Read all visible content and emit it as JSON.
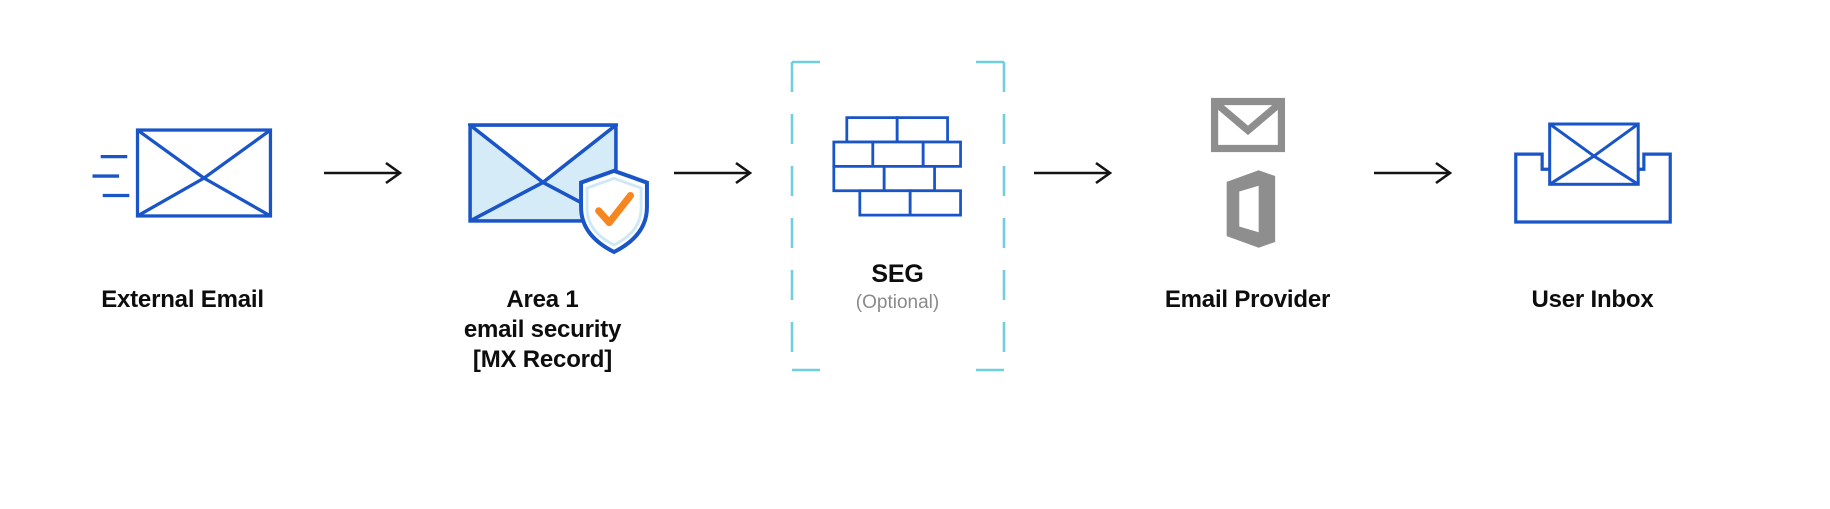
{
  "page": {
    "background": "#ffffff"
  },
  "colors": {
    "primary_blue": "#1a55c8",
    "light_blue_fill": "#d6ebf8",
    "check_orange": "#f6861f",
    "dashed_cyan": "#6fcfe0",
    "gray_icon": "#8e8e8e",
    "arrow_black": "#141414",
    "label_color": "#0d0d0d",
    "optional_gray": "#8a8a8a"
  },
  "nodes": {
    "external": {
      "label": "External Email"
    },
    "area1": {
      "line1": "Area 1",
      "line2": "email security",
      "line3": "[MX Record]"
    },
    "seg": {
      "label": "SEG",
      "sublabel": "(Optional)"
    },
    "provider": {
      "label": "Email Provider"
    },
    "inbox": {
      "label": "User Inbox"
    }
  },
  "icons": {
    "external": "mail-envelope-motion-icon",
    "area1": "mail-envelope-shield-check-icon",
    "seg": "firewall-brick-wall-icon",
    "provider_top": "gmail-icon",
    "provider_bottom": "office-icon",
    "inbox": "inbox-tray-envelope-icon",
    "arrow": "right-arrow-icon",
    "frame": "dashed-optional-frame"
  }
}
